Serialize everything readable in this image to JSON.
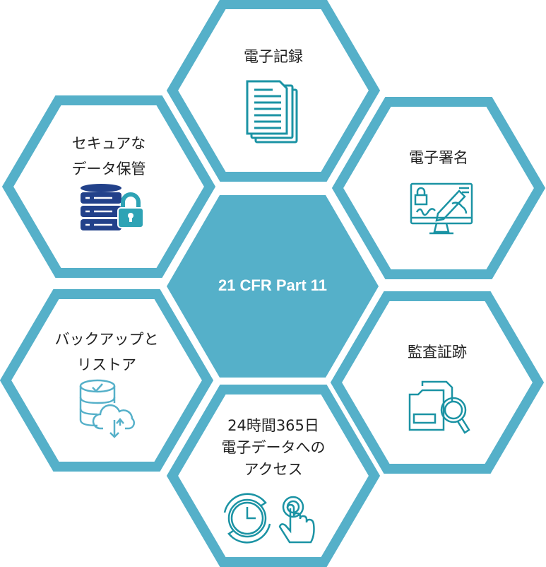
{
  "center": {
    "label": "21 CFR Part 11"
  },
  "cells": [
    {
      "id": "electronic-records",
      "lines": [
        "電子記録"
      ],
      "icon": "documents-icon"
    },
    {
      "id": "secure-storage",
      "lines": [
        "セキュアな",
        "データ保管"
      ],
      "icon": "database-lock-icon"
    },
    {
      "id": "electronic-signature",
      "lines": [
        "電子署名"
      ],
      "icon": "monitor-signature-icon"
    },
    {
      "id": "backup-restore",
      "lines": [
        "バックアップと",
        "リストア"
      ],
      "icon": "database-cloud-icon"
    },
    {
      "id": "audit-trail",
      "lines": [
        "監査証跡"
      ],
      "icon": "folder-search-icon"
    },
    {
      "id": "access-24-365",
      "lines": [
        "24時間365日",
        "電子データへの",
        "アクセス"
      ],
      "icon": "clock-touch-icon"
    }
  ],
  "colors": {
    "hex": "#55b0c9",
    "icon_teal": "#1b93a4",
    "icon_navy": "#22418a",
    "text": "#222222"
  }
}
